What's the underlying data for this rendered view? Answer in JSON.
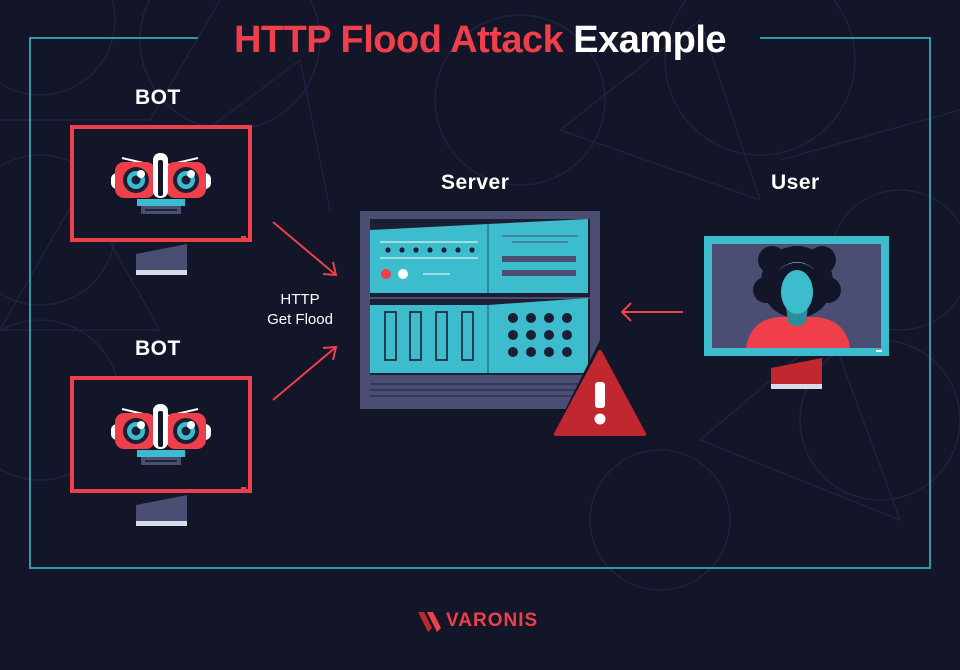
{
  "title": {
    "accent": "HTTP Flood Attack",
    "rest": "Example"
  },
  "nodes": {
    "bot_top": "BOT",
    "bot_bottom": "BOT",
    "server": "Server",
    "user": "User"
  },
  "flood_label": {
    "line1": "HTTP",
    "line2": "Get Flood"
  },
  "brand": {
    "name": "VARONIS",
    "logo_icon": "varonis-chevron-logo-icon"
  },
  "icons": [
    "bot-monitor-icon",
    "server-rack-icon",
    "warning-triangle-icon",
    "user-monitor-icon"
  ],
  "colors": {
    "background": "#131628",
    "frame": "#2e9aa8",
    "accent": "#ee3f4b",
    "teal": "#3dbccd",
    "server_body": "#4a4e72",
    "text": "#ffffff"
  }
}
